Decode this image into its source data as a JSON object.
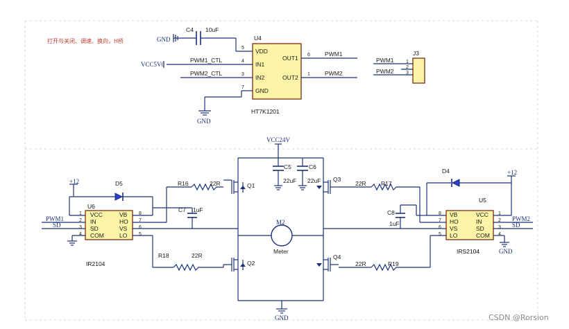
{
  "note": "打开与关闭、调速、换向，H桥",
  "watermark": "CSDN @Rorsion",
  "u4": {
    "ref": "U4",
    "part": "HT7K1201",
    "pins_left": [
      {
        "num": "5",
        "name": "VDD"
      },
      {
        "num": "4",
        "name": "IN1"
      },
      {
        "num": "3",
        "name": "IN2"
      },
      {
        "num": "7",
        "name": "GND"
      }
    ],
    "pins_right": [
      {
        "num": "6",
        "name": "OUT1"
      },
      {
        "num": "1",
        "name": "OUT2"
      }
    ]
  },
  "c4": {
    "ref": "C4",
    "value": "10uF"
  },
  "nets_top": {
    "gnd_c4": "GND",
    "vcc5v0": "VCC5V0",
    "pwm1_ctl": "PWM1_CTL",
    "pwm2_ctl": "PWM2_CTL",
    "gnd_u4": "GND",
    "pwm1_out": "PWM1",
    "pwm2_out": "PWM2",
    "pwm1_j3": "PWM1",
    "pwm2_j3": "PWM2"
  },
  "j3": {
    "ref": "J3",
    "pins": [
      "1",
      "2",
      "3"
    ]
  },
  "bridge": {
    "vcc24": "VCC24V",
    "gnd_bottom": "GND",
    "c5": {
      "ref": "C5",
      "value": "22uF"
    },
    "c6": {
      "ref": "C6",
      "value": "22uF"
    },
    "q1": "Q1",
    "q2": "Q2",
    "q3": "Q3",
    "q4": "Q4",
    "r16": {
      "ref": "R16",
      "value": "22R"
    },
    "r17": {
      "ref": "R17",
      "value": "22R"
    },
    "r18": {
      "ref": "R18",
      "value": "22R"
    },
    "r19": {
      "ref": "R19",
      "value": "22R"
    },
    "motor": {
      "ref": "M2",
      "label": "Meter"
    }
  },
  "u6": {
    "ref": "U6",
    "part": "IR2104",
    "pins_left": [
      {
        "num": "1",
        "name": "VCC"
      },
      {
        "num": "2",
        "name": "IN"
      },
      {
        "num": "3",
        "name": "SD"
      },
      {
        "num": "4",
        "name": "COM"
      }
    ],
    "pins_right": [
      {
        "num": "8",
        "name": "VB"
      },
      {
        "num": "7",
        "name": "HO"
      },
      {
        "num": "6",
        "name": "VS"
      },
      {
        "num": "5",
        "name": "LO"
      }
    ]
  },
  "u5": {
    "ref": "U5",
    "part": "IRS2104",
    "pins_left": [
      {
        "num": "8",
        "name": "VB"
      },
      {
        "num": "7",
        "name": "HO"
      },
      {
        "num": "6",
        "name": "VS"
      },
      {
        "num": "5",
        "name": "LO"
      }
    ],
    "pins_right": [
      {
        "num": "1",
        "name": "VCC"
      },
      {
        "num": "2",
        "name": "IN"
      },
      {
        "num": "3",
        "name": "SD"
      },
      {
        "num": "4",
        "name": "COM"
      }
    ]
  },
  "left_side": {
    "d5": "D5",
    "c7": {
      "ref": "C7",
      "value": "1uF"
    },
    "plus12": "+12",
    "pwm1": "PWM1",
    "sd": "SD"
  },
  "right_side": {
    "d4": "D4",
    "c8": {
      "ref": "C8",
      "value": "1uF"
    },
    "plus12": "+12",
    "pwm2": "PWM2",
    "sd": "SD",
    "gnd": "GND"
  }
}
